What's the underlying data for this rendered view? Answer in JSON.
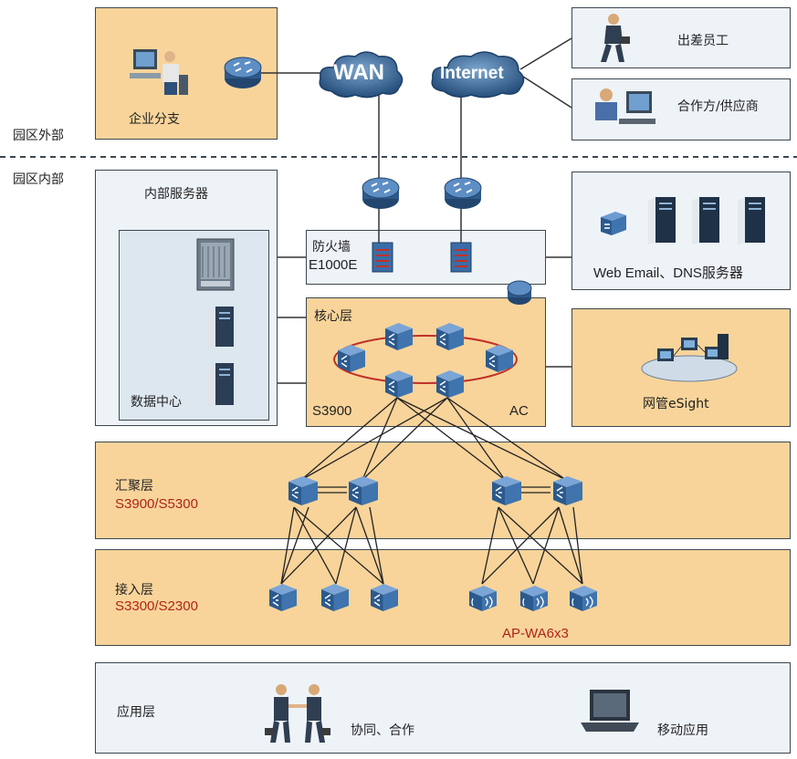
{
  "zones": {
    "outside": "园区外部",
    "inside": "园区内部"
  },
  "external": {
    "branch": "企业分支",
    "travel": "出差员工",
    "partner": "合作方/供应商",
    "wan": "WAN",
    "internet": "Internet"
  },
  "firewall": {
    "label": "防火墙",
    "model": "E1000E"
  },
  "servers": {
    "internal": "内部服务器",
    "datacenter": "数据中心",
    "web": "Web Email、DNS服务器"
  },
  "core": {
    "title": "核心层",
    "switch": "S3900",
    "ac": "AC"
  },
  "nms": {
    "label": "网管eSight"
  },
  "aggregation": {
    "title": "汇聚层",
    "model": "S3900/S5300"
  },
  "access": {
    "title": "接入层",
    "model": "S3300/S2300",
    "ap": "AP-WA6x3"
  },
  "application": {
    "title": "应用层",
    "collab": "协同、合作",
    "mobile": "移动应用"
  },
  "colors": {
    "orange": "#f8d49a",
    "blue_device": "#3a6da6",
    "ring": "#c0302a",
    "border": "#3c4750"
  }
}
